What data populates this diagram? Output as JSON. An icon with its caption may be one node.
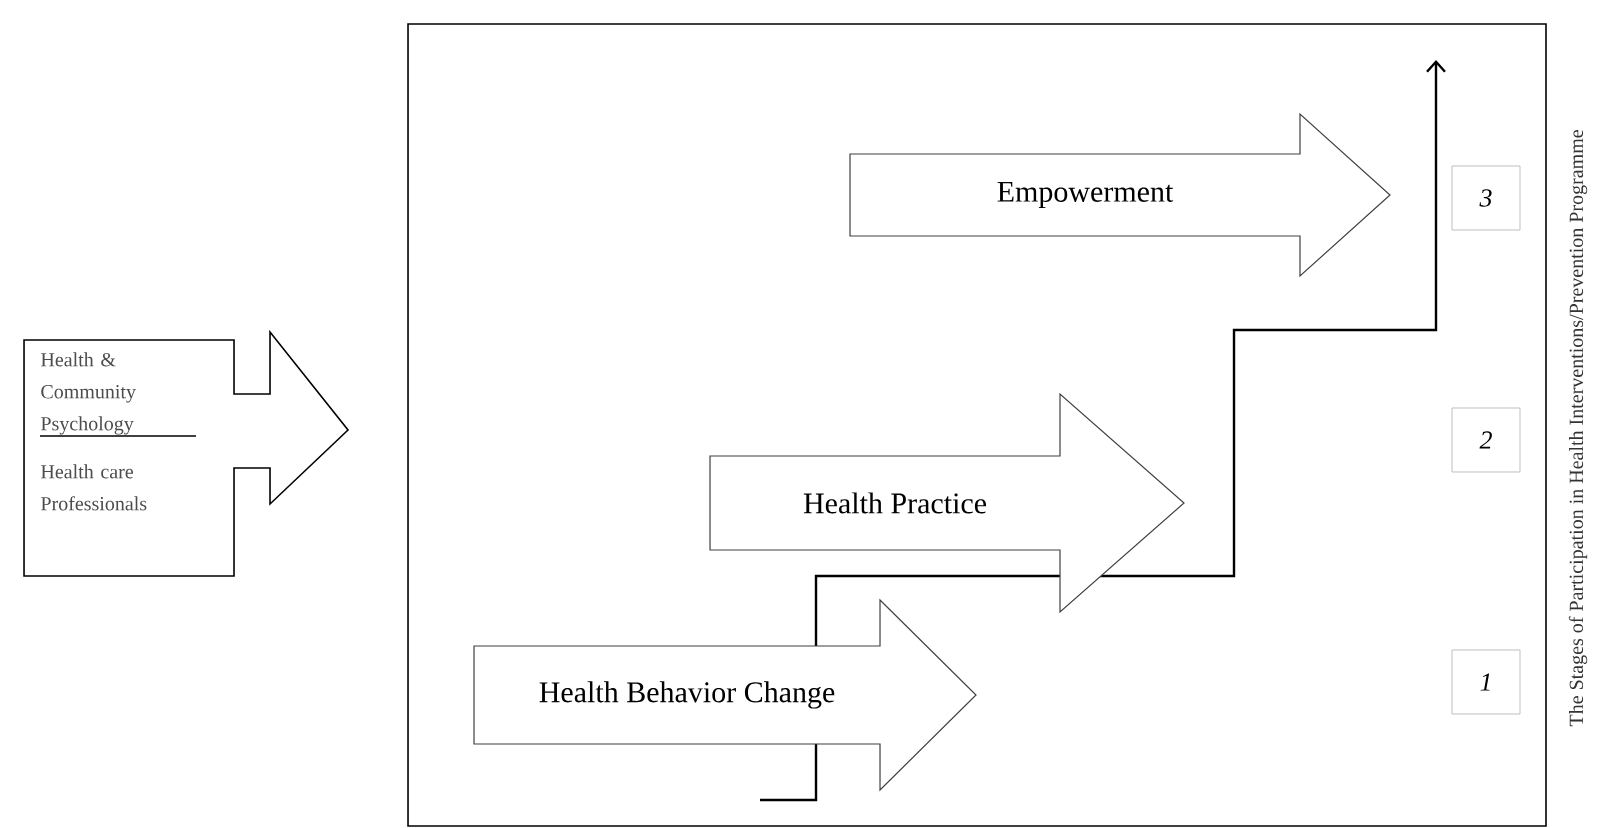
{
  "diagram": {
    "caption": "The Stages of Participation in Health Interventions/Prevention Programme",
    "nodes": [
      {
        "text": [
          "Health & Community Psychology",
          "Health care Professionals"
        ]
      },
      {
        "text": [],
        "shape": "box"
      },
      {
        "text": [
          "Empowerment"
        ],
        "in": 1
      },
      {
        "text": [
          "3"
        ],
        "in": 1
      },
      {
        "text": [
          "Health Practice"
        ],
        "in": 1
      },
      {
        "text": [
          "2"
        ],
        "in": 1
      },
      {
        "text": [
          "Health Behavior Change"
        ],
        "in": 1
      },
      {
        "text": [
          "1"
        ],
        "in": 1
      }
    ]
  }
}
